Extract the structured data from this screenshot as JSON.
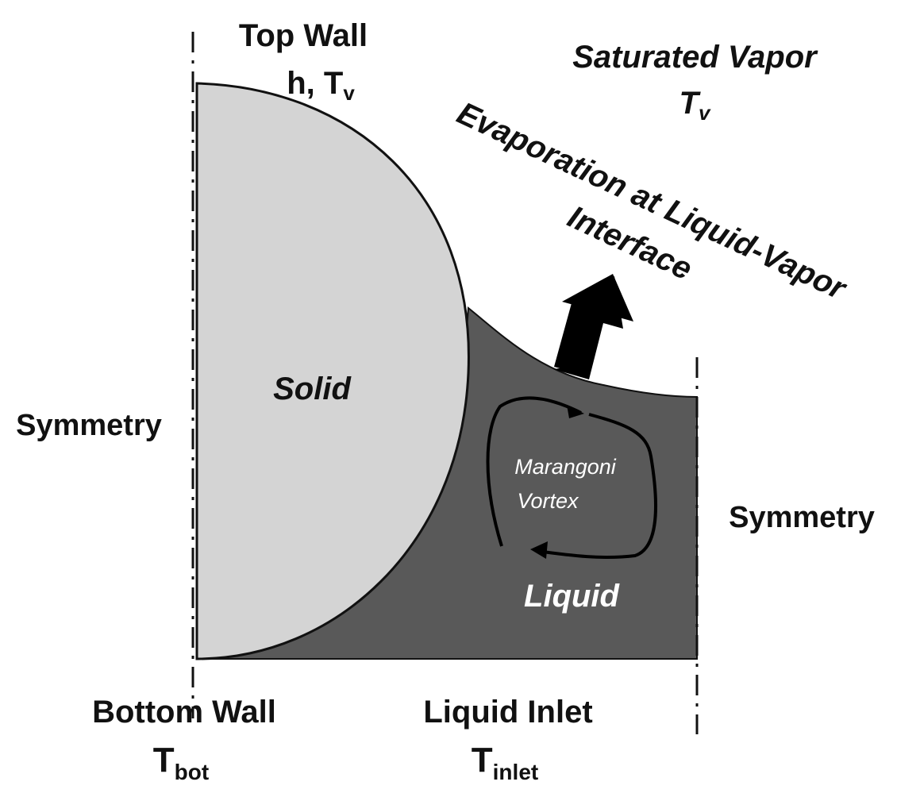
{
  "labels": {
    "top_wall": "Top Wall",
    "top_wall_h": "h, T",
    "top_wall_h_sub": "v",
    "saturated_vapor": "Saturated Vapor",
    "saturated_vapor_T": "T",
    "saturated_vapor_T_sub": "v",
    "evaporation_line1": "Evaporation at Liquid-Vapor",
    "evaporation_line2": "Interface",
    "solid": "Solid",
    "liquid": "Liquid",
    "marangoni_line1": "Marangoni",
    "marangoni_line2": "Vortex",
    "symmetry_left": "Symmetry",
    "symmetry_right": "Symmetry",
    "bottom_wall": "Bottom Wall",
    "bottom_wall_T": "T",
    "bottom_wall_T_sub": "bot",
    "liquid_inlet": "Liquid Inlet",
    "liquid_inlet_T": "T",
    "liquid_inlet_T_sub": "inlet"
  },
  "colors": {
    "solid_fill": "#d4d4d4",
    "liquid_fill": "#595959",
    "outline": "#111111",
    "arrow": "#000000",
    "liquid_text": "#ffffff"
  }
}
